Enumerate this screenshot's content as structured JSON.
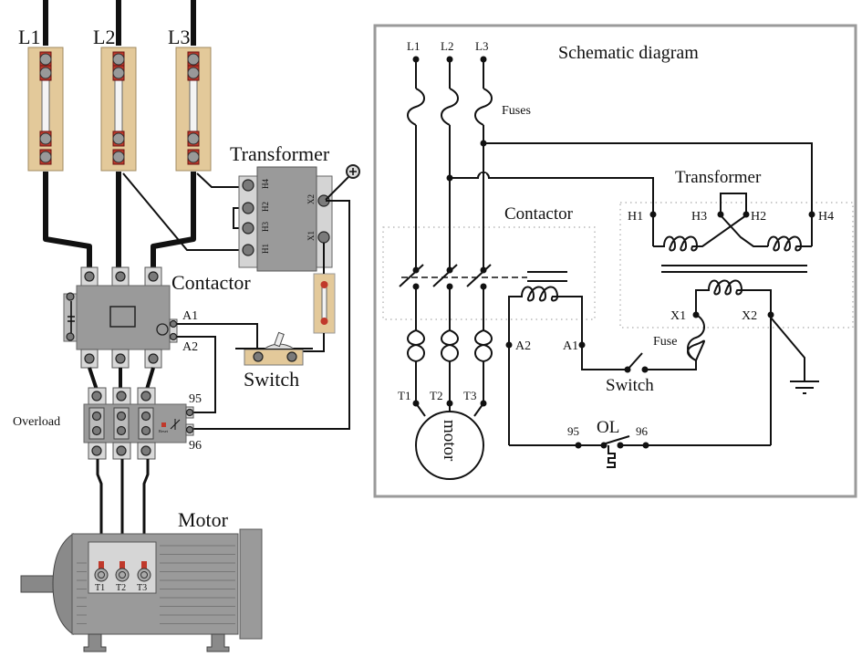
{
  "pictorial": {
    "lines": [
      "L1",
      "L2",
      "L3"
    ],
    "transformer_label": "Transformer",
    "transformer_terminals": [
      "H4",
      "H2",
      "H3",
      "H1",
      "X2",
      "X1"
    ],
    "contactor_label": "Contactor",
    "coil_terminals": [
      "A1",
      "A2"
    ],
    "switch_label": "Switch",
    "overload_label": "Overload",
    "overload_terminals": [
      "95",
      "96"
    ],
    "reset_label": "Reset",
    "motor_label": "Motor",
    "motor_terminals": [
      "T1",
      "T2",
      "T3"
    ]
  },
  "schematic": {
    "title": "Schematic diagram",
    "lines": [
      "L1",
      "L2",
      "L3"
    ],
    "fuses_label": "Fuses",
    "transformer_label": "Transformer",
    "primary_terminals": [
      "H1",
      "H3",
      "H2",
      "H4"
    ],
    "secondary_terminals": [
      "X1",
      "X2"
    ],
    "contactor_label": "Contactor",
    "coil_terminals": [
      "A2",
      "A1"
    ],
    "fuse_label": "Fuse",
    "switch_label": "Switch",
    "motor_terminals": [
      "T1",
      "T2",
      "T3"
    ],
    "motor_label": "motor",
    "overload_label": "OL",
    "overload_terminals": [
      "95",
      "96"
    ]
  },
  "colors": {
    "wire": "#111111",
    "device_gray": "#9a9a9a",
    "fuse_base": "#e3c99a",
    "terminal_red": "#c0392b",
    "frame": "#9a9a9a"
  }
}
